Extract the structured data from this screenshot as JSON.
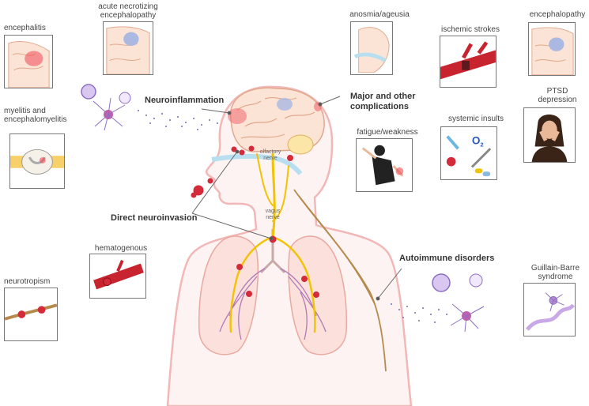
{
  "labels": {
    "encephalitis": "encephalitis",
    "acute_necrotizing_line1": "acute necrotizing",
    "acute_necrotizing_line2": "encephalopathy",
    "anosmia": "anosmia/ageusia",
    "ischemic": "ischemic strokes",
    "encephalopathy": "encephalopathy",
    "myelitis_line1": "myelitis and",
    "myelitis_line2": "encephalomyelitis",
    "neuroinflammation": "Neuroinflammation",
    "major_line1": "Major and other",
    "major_line2": "complications",
    "fatigue": "fatigue/weakness",
    "systemic": "systemic insults",
    "ptsd_line1": "PTSD",
    "ptsd_line2": "depression",
    "olfactory_line1": "olfactory",
    "olfactory_line2": "nerve",
    "direct": "Direct neuroinvasion",
    "vagus_line1": "vagus",
    "vagus_line2": "nerve",
    "hematogenous": "hematogenous",
    "neurotropism": "neurotropism",
    "autoimmune": "Autoimmune disorders",
    "guillain_line1": "Guillain-Barre",
    "guillain_line2": "syndrome",
    "o2": "O",
    "o2_sub": "2"
  },
  "colors": {
    "body_outline": "#f2b8b8",
    "body_fill": "#fdf3f2",
    "nerve": "#f2c300",
    "virus": "#d42a3a",
    "brain_fill": "#fbe3d6",
    "brain_line": "#e0a98c",
    "lung_fill": "#fbe0dc",
    "lung_vessel": "#b07ab8",
    "blue_spot": "#aab8e2",
    "cell_purple": "#8c6fbf",
    "box_border": "#777777"
  }
}
